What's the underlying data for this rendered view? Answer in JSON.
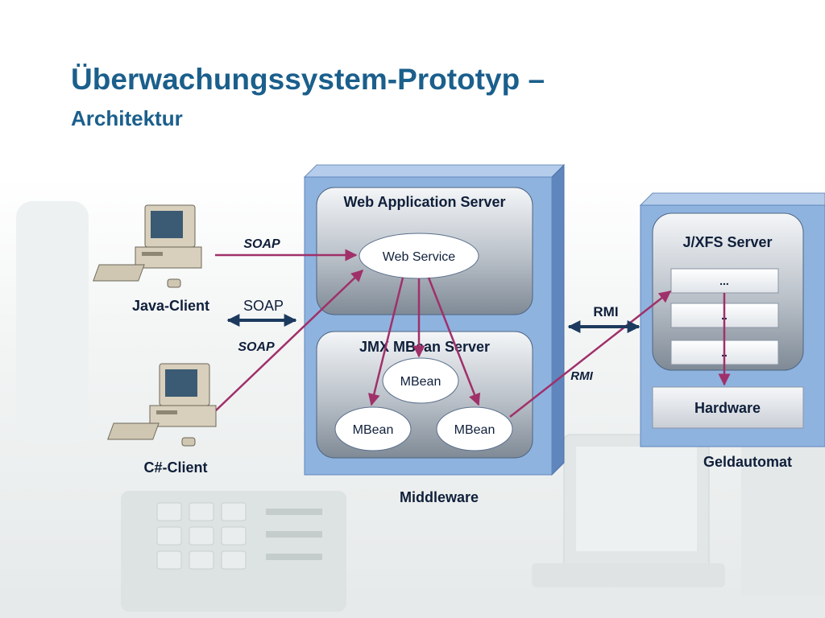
{
  "title": {
    "line1": "Überwachungssystem-Prototyp –",
    "line2": "Architektur"
  },
  "clients": {
    "java": "Java-Client",
    "csharp": "C#-Client"
  },
  "protocols": {
    "soap_top": "SOAP",
    "soap_mid": "SOAP",
    "soap_bottom": "SOAP",
    "rmi_left": "RMI",
    "rmi_right": "RMI"
  },
  "middleware": {
    "label": "Middleware",
    "web_app_server": "Web Application Server",
    "web_service": "Web Service",
    "jmx_server": "JMX MBean Server",
    "mbeans": [
      "MBean",
      "MBean",
      "MBean"
    ]
  },
  "atm": {
    "label": "Geldautomat",
    "jxfs_server": "J/XFS Server",
    "slots": [
      "...",
      "..",
      ".."
    ],
    "hardware": "Hardware"
  },
  "colors": {
    "title": "#1b5f8c",
    "box_fill": "#8fb3df",
    "arrow_purple": "#a0306a",
    "arrow_navy": "#1c3a5e"
  }
}
